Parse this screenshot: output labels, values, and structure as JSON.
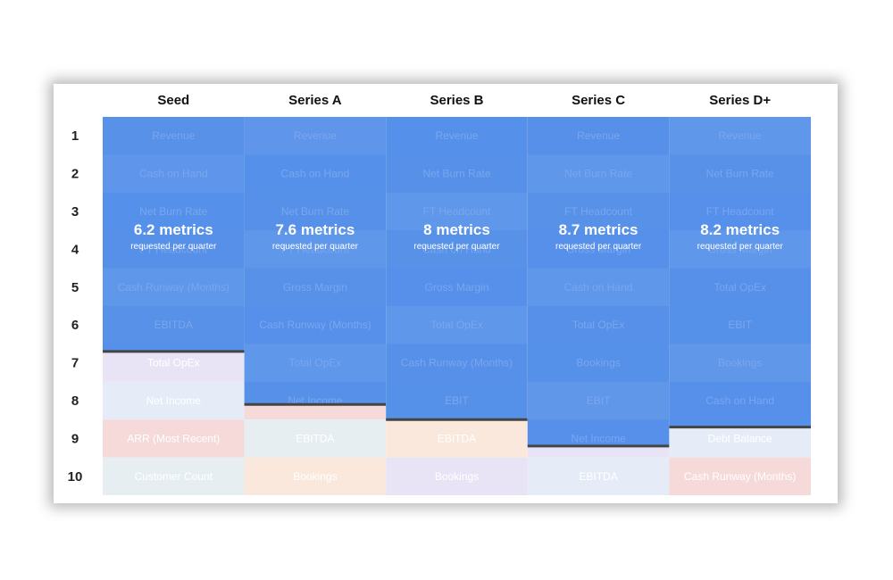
{
  "chart_data": {
    "type": "table",
    "columns": [
      "Seed",
      "Series A",
      "Series B",
      "Series C",
      "Series D+"
    ],
    "rows": [
      "1",
      "2",
      "3",
      "4",
      "5",
      "6",
      "7",
      "8",
      "9",
      "10"
    ],
    "cells": [
      [
        "Revenue",
        "Cash on Hand",
        "Net Burn Rate",
        "FT Headcount",
        "Cash Runway (Months)",
        "EBITDA",
        "Total OpEx",
        "Net Income",
        "ARR (Most Recent)",
        "Customer Count"
      ],
      [
        "Revenue",
        "Cash on Hand",
        "Net Burn Rate",
        "FT Headcount",
        "Gross Margin",
        "Cash Runway (Months)",
        "Total OpEx",
        "Net Income",
        "EBITDA",
        "Bookings"
      ],
      [
        "Revenue",
        "Net Burn Rate",
        "FT Headcount",
        "Cash on Hand",
        "Gross Margin",
        "Total OpEx",
        "Cash Runway (Months)",
        "EBIT",
        "EBITDA",
        "Bookings"
      ],
      [
        "Revenue",
        "Net Burn Rate",
        "FT Headcount",
        "Gross Margin",
        "Cash on Hand",
        "Total OpEx",
        "Bookings",
        "EBIT",
        "Net Income",
        "EBITDA"
      ],
      [
        "Revenue",
        "Net Burn Rate",
        "FT Headcount",
        "Gross Margin",
        "Total OpEx",
        "EBIT",
        "Bookings",
        "Cash on Hand",
        "Debt Balance",
        "Cash Runway (Months)"
      ]
    ],
    "values": [
      6.2,
      7.6,
      8,
      8.7,
      8.2
    ],
    "value_labels": [
      "6.2 metrics",
      "7.6  metrics",
      "8 metrics",
      "8.7 metrics",
      "8.2 metrics"
    ],
    "value_sublabel": "requested per quarter",
    "ylim": [
      0,
      10
    ],
    "colors": {
      "overlay": "#4a8ae8",
      "cell_light": [
        "#fbe8dc",
        "#e9e4f5",
        "#e5ecf7",
        "#f6dada",
        "#e6eef2"
      ],
      "divider": "#444444"
    }
  }
}
